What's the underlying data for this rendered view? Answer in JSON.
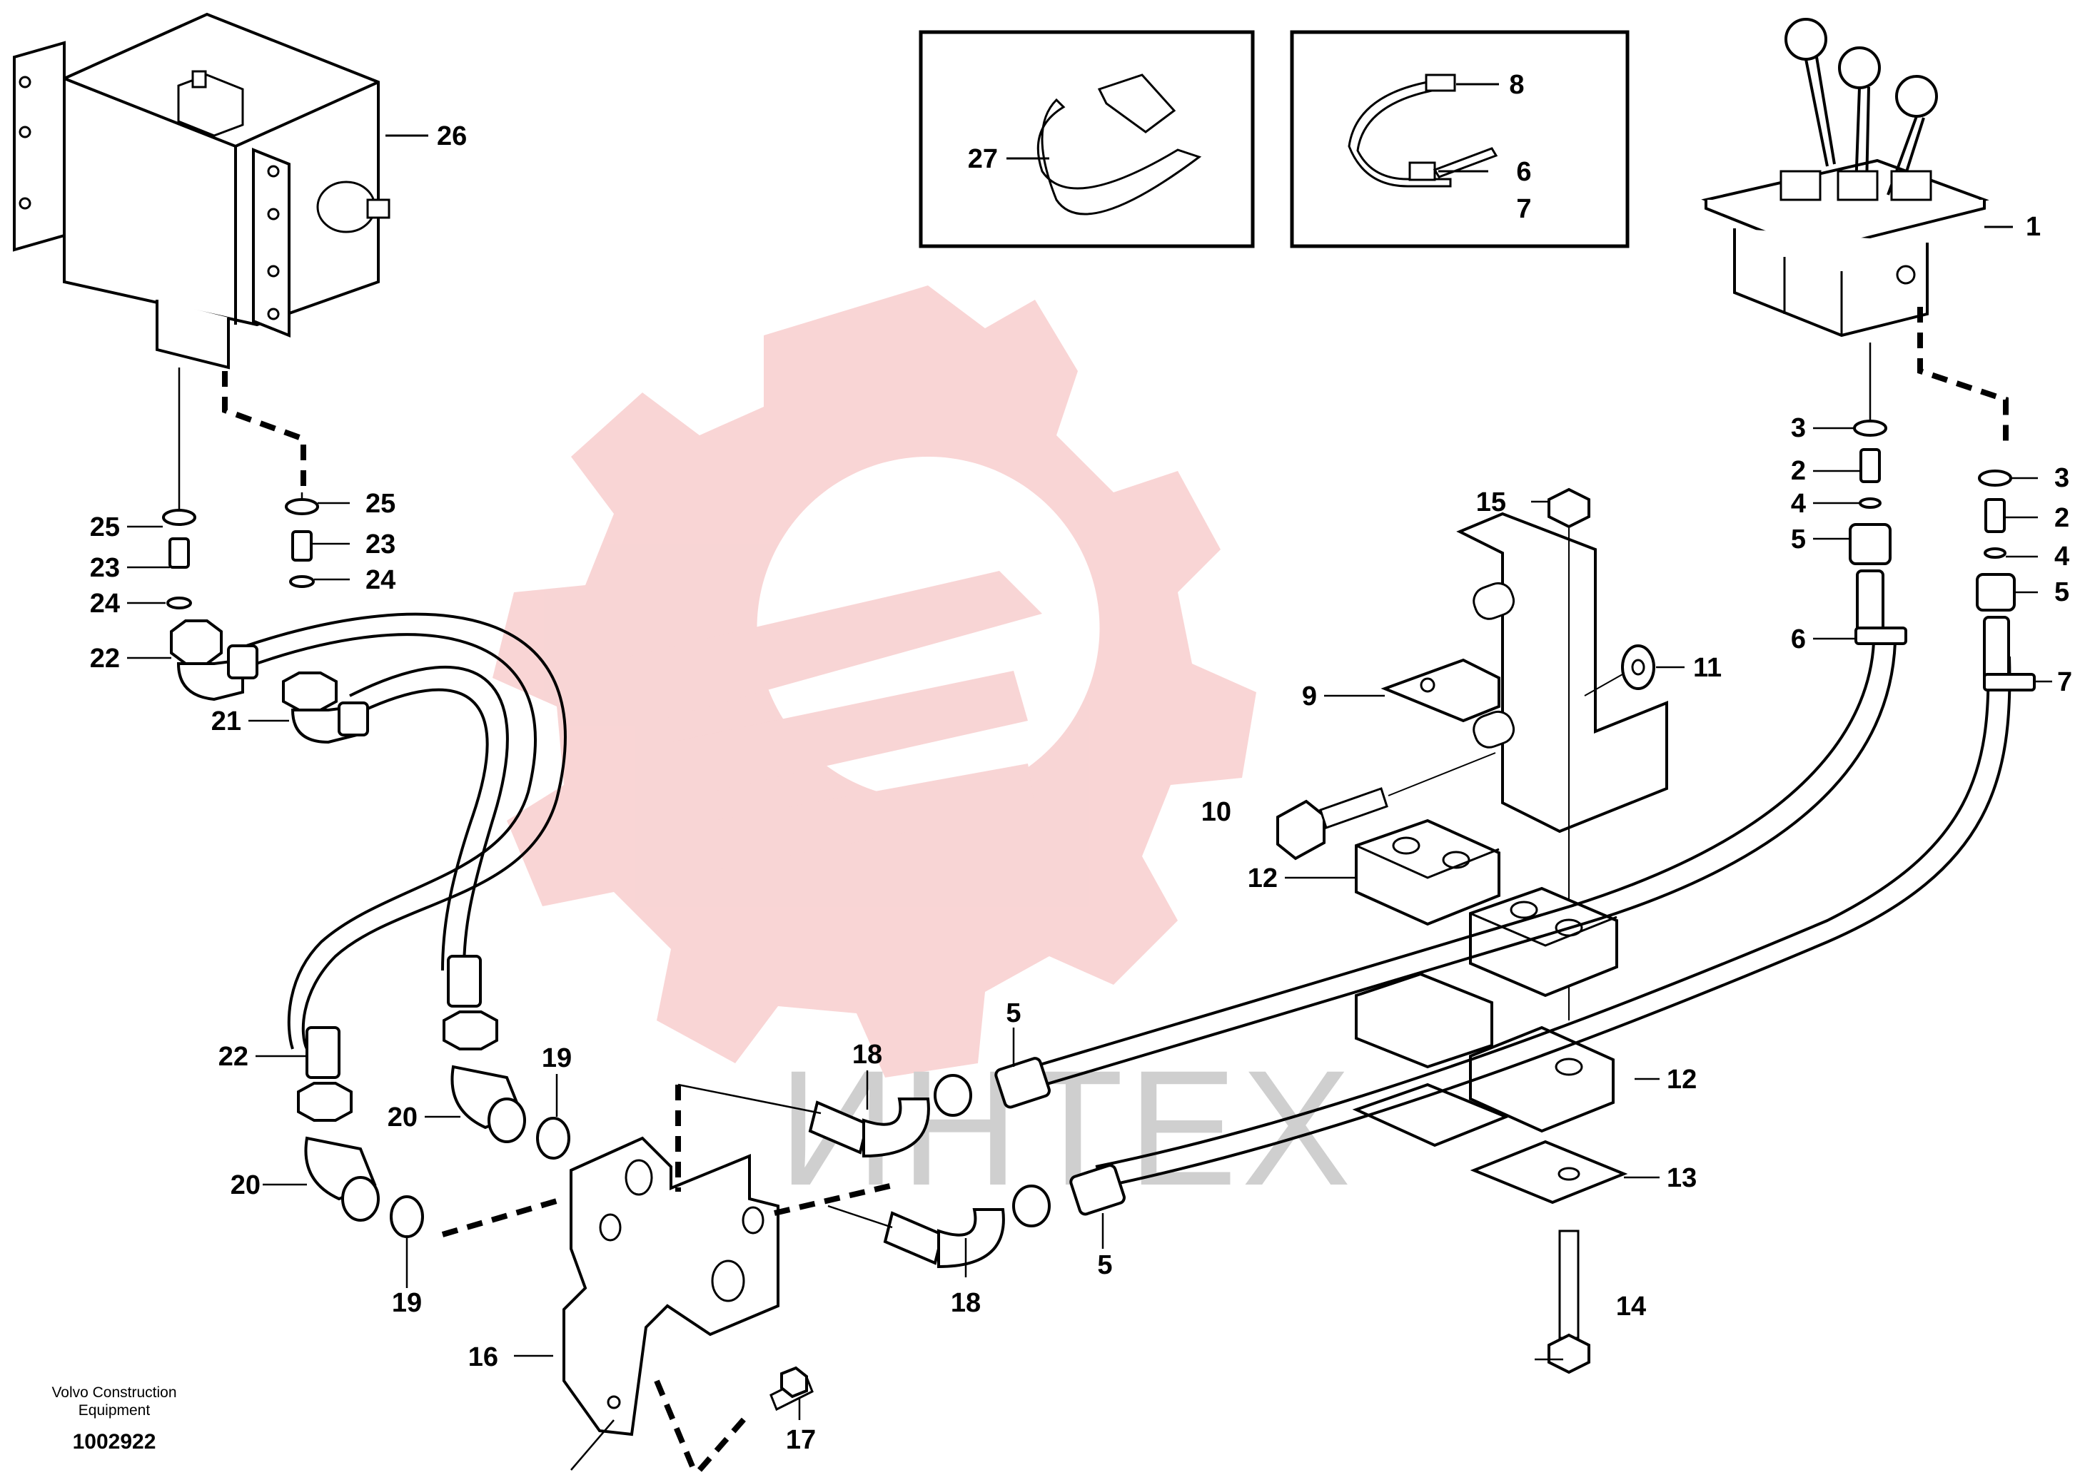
{
  "footer": {
    "company_line1": "Volvo Construction",
    "company_line2": "Equipment",
    "drawing_number": "1002922"
  },
  "watermark": {
    "text": "ИНТЕХ",
    "gear_color": "#f4b3b3",
    "text_color": "#cfcfcf"
  },
  "callouts": {
    "c1": "1",
    "c2a": "2",
    "c2b": "2",
    "c3a": "3",
    "c3b": "3",
    "c4a": "4",
    "c4b": "4",
    "c5a": "5",
    "c5b": "5",
    "c5c": "5",
    "c5d": "5",
    "c6a": "6",
    "c6b": "6",
    "c7a": "7",
    "c7b": "7",
    "c8": "8",
    "c9": "9",
    "c10": "10",
    "c11": "11",
    "c12a": "12",
    "c12b": "12",
    "c13": "13",
    "c14": "14",
    "c15": "15",
    "c16": "16",
    "c17": "17",
    "c18a": "18",
    "c18b": "18",
    "c19a": "19",
    "c19b": "19",
    "c20a": "20",
    "c20b": "20",
    "c21": "21",
    "c22a": "22",
    "c22b": "22",
    "c23a": "23",
    "c23b": "23",
    "c24a": "24",
    "c24b": "24",
    "c25a": "25",
    "c25b": "25",
    "c26": "26",
    "c27": "27"
  }
}
